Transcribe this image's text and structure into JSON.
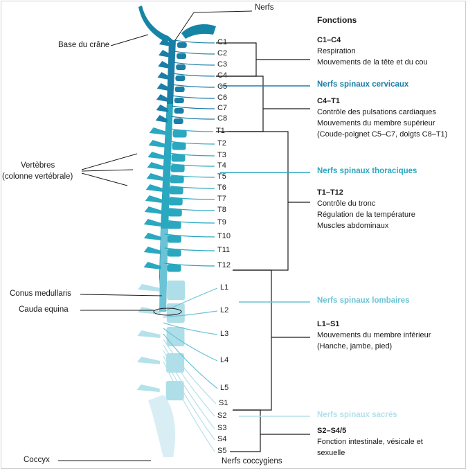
{
  "title": "Fonctions",
  "labels": {
    "nerfs": "Nerfs",
    "base_crane": "Base du crâne",
    "vertebres_1": "Vertèbres",
    "vertebres_2": "(colonne vertébrale)",
    "conus": "Conus medullaris",
    "cauda": "Cauda equina",
    "coccyx": "Coccyx",
    "nerfs_coccygiens": "Nerfs coccygiens"
  },
  "segments": [
    "C1",
    "C2",
    "C3",
    "C4",
    "C5",
    "C6",
    "C7",
    "C8",
    "T1",
    "T2",
    "T3",
    "T4",
    "T5",
    "T6",
    "T7",
    "T8",
    "T9",
    "T10",
    "T11",
    "T12",
    "L1",
    "L2",
    "L3",
    "L4",
    "L5",
    "S1",
    "S2",
    "S3",
    "S4",
    "S5"
  ],
  "functions": [
    {
      "title": "C1–C4",
      "lines": [
        "Respiration",
        "Mouvements de la tête et du cou"
      ]
    },
    {
      "title": "C4–T1",
      "lines": [
        "Contrôle des pulsations cardiaques",
        "Mouvements du membre supérieur",
        "(Coude-poignet C5–C7, doigts C8–T1)"
      ]
    },
    {
      "title": "T1–T12",
      "lines": [
        "Contrôle du tronc",
        "Régulation de la température",
        "Muscles abdominaux"
      ]
    },
    {
      "title": "L1–S1",
      "lines": [
        "Mouvements du membre inférieur",
        "(Hanche, jambe, pied)"
      ]
    },
    {
      "title": "S2–S4/5",
      "lines": [
        "Fonction intestinale, vésicale et",
        "sexuelle"
      ]
    }
  ],
  "regions": [
    {
      "label": "Nerfs spinaux cervicaux",
      "color": "#1b7ea6"
    },
    {
      "label": "Nerfs spinaux thoraciques",
      "color": "#2aa8c0"
    },
    {
      "label": "Nerfs spinaux lombaires",
      "color": "#6cc3d6"
    },
    {
      "label": "Nerfs spinaux sacrés",
      "color": "#b5e0ea"
    }
  ]
}
